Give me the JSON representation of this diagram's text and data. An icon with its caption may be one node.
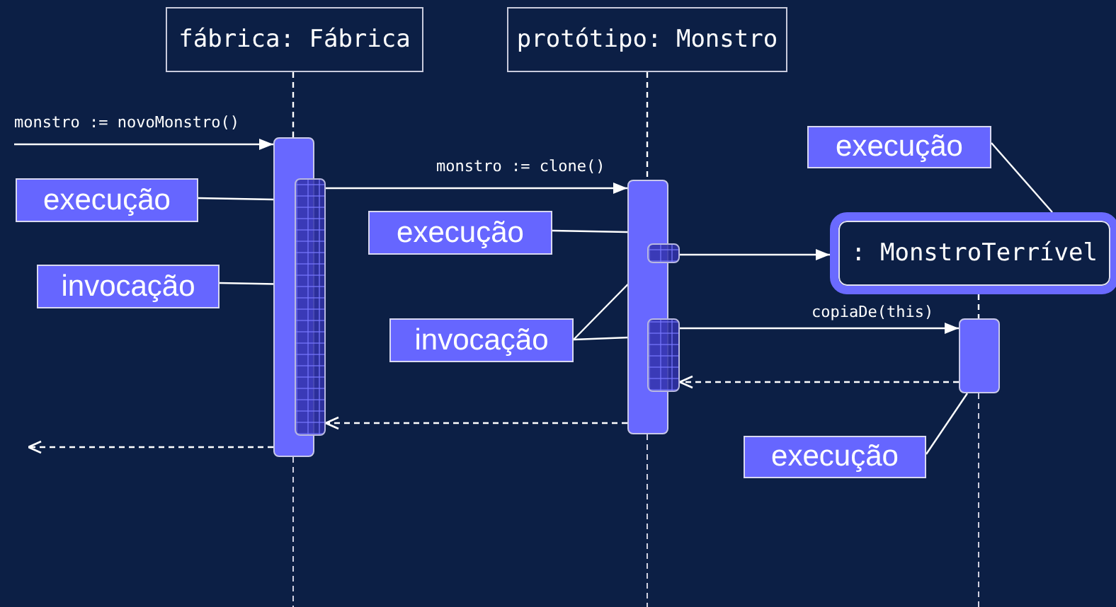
{
  "diagram": {
    "nodes": [
      {
        "text": [
          "fábrica: Fábrica"
        ]
      },
      {
        "text": [
          "protótipo: Monstro"
        ]
      },
      {
        "text": [
          ": MonstroTerrível"
        ]
      },
      {
        "text": [],
        "shape": "bar"
      },
      {
        "text": [],
        "shape": "bar"
      },
      {
        "text": [],
        "shape": "bar"
      },
      {
        "text": [],
        "shape": "bar"
      },
      {
        "text": [],
        "shape": "bar"
      },
      {
        "text": [],
        "shape": "bar"
      },
      {
        "text": [
          "execução"
        ]
      },
      {
        "text": [
          "invocação"
        ]
      },
      {
        "text": [
          "execução"
        ]
      },
      {
        "text": [
          "invocação"
        ]
      },
      {
        "text": [
          "execução"
        ]
      },
      {
        "text": [
          "execução"
        ]
      }
    ],
    "edges": [
      {
        "from": 0,
        "to": 3,
        "arrow": "none",
        "style": "dashed"
      },
      {
        "from": 1,
        "to": 5,
        "arrow": "none",
        "style": "dashed"
      },
      {
        "from": 2,
        "to": 8,
        "arrow": "none",
        "style": "dashed"
      },
      {
        "from": null,
        "to": 3,
        "arrow": "to",
        "label": "monstro := novoMonstro()"
      },
      {
        "from": 4,
        "to": 5,
        "arrow": "to",
        "label": "monstro := clone()"
      },
      {
        "from": 6,
        "to": 2,
        "arrow": "to"
      },
      {
        "from": 7,
        "to": 8,
        "arrow": "to",
        "label": "copiaDe(this)"
      },
      {
        "from": 8,
        "to": 7,
        "arrow": "to",
        "style": "dashed"
      },
      {
        "from": 5,
        "to": 4,
        "arrow": "to",
        "style": "dashed"
      },
      {
        "from": 3,
        "to": null,
        "arrow": "to",
        "style": "dashed"
      },
      {
        "from": 9,
        "to": 3,
        "arrow": "none"
      },
      {
        "from": 10,
        "to": 4,
        "arrow": "none"
      },
      {
        "from": 11,
        "to": 5,
        "arrow": "none"
      },
      {
        "from": 12,
        "to": 6,
        "arrow": "none"
      },
      {
        "from": 12,
        "to": 7,
        "arrow": "none"
      },
      {
        "from": 13,
        "to": 2,
        "arrow": "none"
      },
      {
        "from": 14,
        "to": 8,
        "arrow": "none"
      }
    ]
  }
}
